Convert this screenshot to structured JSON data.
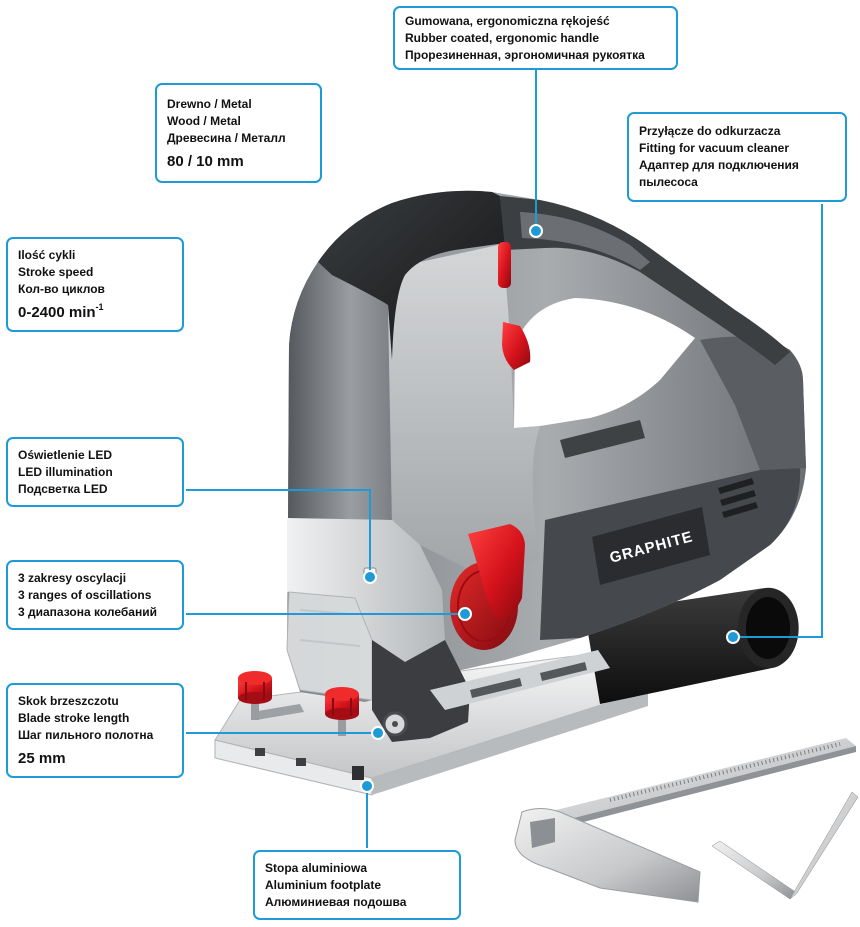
{
  "colors": {
    "accent": "#1e9ad6",
    "text": "#111111",
    "background": "#ffffff"
  },
  "product": {
    "brand_logo": "GRAPHITE"
  },
  "callouts": {
    "handle": {
      "lines": [
        "Gumowana, ergonomiczna rękojeść",
        "Rubber coated, ergonomic handle",
        "Прорезиненная, эргономичная рукоятка"
      ]
    },
    "material": {
      "lines": [
        "Drewno / Metal",
        "Wood / Metal",
        "Древесина / Металл"
      ],
      "value": "80 / 10 mm"
    },
    "vacuum_fitting": {
      "lines": [
        "Przyłącze do odkurzacza",
        "Fitting for vacuum cleaner",
        "Адаптер для подключения",
        "пылесоса"
      ]
    },
    "stroke_speed": {
      "lines": [
        "Ilość cykli",
        "Stroke speed",
        "Кол-во циклов"
      ],
      "value": "0-2400 min",
      "value_superscript": "-1"
    },
    "led": {
      "lines": [
        "Oświetlenie LED",
        "LED illumination",
        "Подсветка LED"
      ]
    },
    "oscillation": {
      "lines": [
        "3 zakresy oscylacji",
        "3 ranges of oscillations",
        "3 диапазона колебаний"
      ]
    },
    "stroke_length": {
      "lines": [
        "Skok brzeszczotu",
        "Blade stroke length",
        "Шаг пильного полотна"
      ],
      "value": "25 mm"
    },
    "footplate": {
      "lines": [
        "Stopa aluminiowa",
        "Aluminium footplate",
        "Алюминиевая подошва"
      ]
    }
  }
}
